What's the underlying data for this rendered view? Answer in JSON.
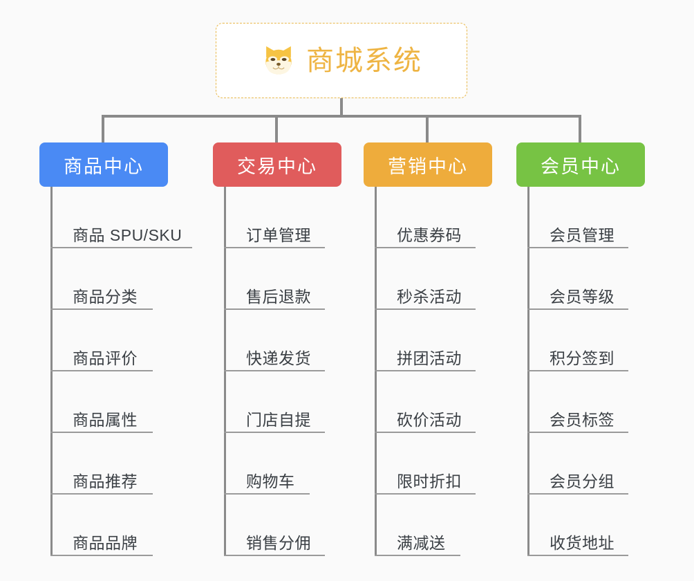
{
  "page": {
    "background_color": "#fafafa",
    "title": "商城系统"
  },
  "root": {
    "label": "商城系统",
    "icon": "shiba-dog-icon",
    "text_color": "#eeb443",
    "border_color": "#e8b84b",
    "background_color": "#ffffff"
  },
  "connector": {
    "color": "#8a8a8a"
  },
  "columns": [
    {
      "category": "商品中心",
      "color": "#4a8af4",
      "leaves": [
        {
          "label": "商品 SPU/SKU",
          "underline_width": 205
        },
        {
          "label": "商品分类",
          "underline_width": 148
        },
        {
          "label": "商品评价",
          "underline_width": 148
        },
        {
          "label": "商品属性",
          "underline_width": 148
        },
        {
          "label": "商品推荐",
          "underline_width": 148
        },
        {
          "label": "商品品牌",
          "underline_width": 148
        }
      ]
    },
    {
      "category": "交易中心",
      "color": "#e05c5c",
      "leaves": [
        {
          "label": "订单管理",
          "underline_width": 146
        },
        {
          "label": "售后退款",
          "underline_width": 146
        },
        {
          "label": "快递发货",
          "underline_width": 146
        },
        {
          "label": "门店自提",
          "underline_width": 146
        },
        {
          "label": "购物车",
          "underline_width": 124
        },
        {
          "label": "销售分佣",
          "underline_width": 146
        }
      ]
    },
    {
      "category": "营销中心",
      "color": "#eeac3c",
      "leaves": [
        {
          "label": "优惠券码",
          "underline_width": 146
        },
        {
          "label": "秒杀活动",
          "underline_width": 146
        },
        {
          "label": "拼团活动",
          "underline_width": 146
        },
        {
          "label": "砍价活动",
          "underline_width": 146
        },
        {
          "label": "限时折扣",
          "underline_width": 146
        },
        {
          "label": "满减送",
          "underline_width": 124
        }
      ]
    },
    {
      "category": "会员中心",
      "color": "#77c344",
      "leaves": [
        {
          "label": "会员管理",
          "underline_width": 146
        },
        {
          "label": "会员等级",
          "underline_width": 146
        },
        {
          "label": "积分签到",
          "underline_width": 146
        },
        {
          "label": "会员标签",
          "underline_width": 146
        },
        {
          "label": "会员分组",
          "underline_width": 146
        },
        {
          "label": "收货地址",
          "underline_width": 146
        }
      ]
    }
  ]
}
